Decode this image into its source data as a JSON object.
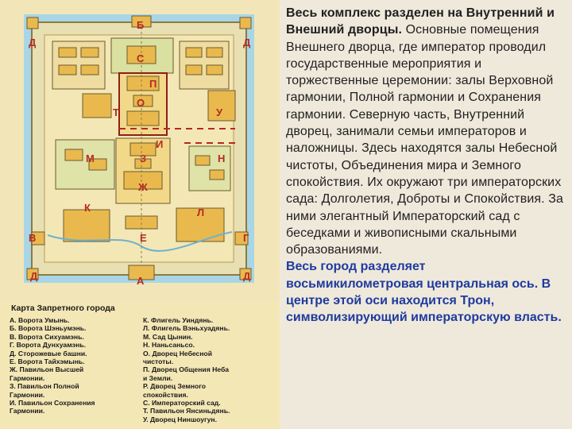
{
  "map": {
    "labels": {
      "a_bottom": "А",
      "b_top": "Б",
      "v_left": "В",
      "g_right": "Г",
      "d_top_left": "Д",
      "d_top_right": "Д",
      "d_bottom_left": "Д",
      "d_bottom_right": "Д",
      "e_south": "Е",
      "zh": "Ж",
      "z": "З",
      "i": "И",
      "k": "К",
      "l": "Л",
      "m": "М",
      "n": "Н",
      "o": "О",
      "p": "П",
      "s": "С",
      "t": "Т",
      "u": "У"
    }
  },
  "legend": {
    "title": "Карта Запретного города",
    "left": [
      "А. Ворота Умынь.",
      "Б. Ворота Шэньумэнь.",
      "В. Ворота Сихуамэнь.",
      "Г. Ворота Дунхуамэнь.",
      "Д. Сторожевые башни.",
      "Е. Ворота Тайхэмынь.",
      "Ж. Павильон Высшей\n     Гармонии.",
      "З. Павильон Полной\n     Гармонии.",
      "И. Павильон Сохранения\n     Гармонии."
    ],
    "right": [
      "К. Флигель Уиндянь.",
      "Л. Флигель Вэньхуадянь.",
      "М. Сад Цынин.",
      "Н. Наньсаньсо.",
      "О. Дворец Небесной\n     чистоты.",
      "П. Дворец Общения Неба\n     и Земли.",
      "Р. Дворец Земного\n     спокойствия.",
      "С. Императорский сад.",
      "Т. Павильон Янсиньдянь.",
      "У. Дворец Ниншоугун."
    ]
  },
  "text": {
    "intro": "Весь комплекс разделен на Внутренний и Внешний дворцы.",
    "body": "Основные помещения Внешнего дворца, где император проводил государственные мероприятия и торжественные церемонии: залы Верховной гармонии, Полной гармонии и Сохранения гармонии. Северную часть, Внутренний дворец, занимали семьи императоров и наложницы. Здесь находятся залы Небесной чистоты, Объединения мира и Земного спокойствия. Их окружают три императорских сада: Долголетия, Доброты и Спокойствия. За ними элегантный Императорский сад с беседками и живописными скальными образованиями.",
    "accent": "Весь город разделяет восьмикилометровая центральная ось. В центре этой оси находится Трон, символизирующий императорскую власть."
  },
  "colors": {
    "moat": "#a9d6e6",
    "outer_wall": "#e8dfb2",
    "grounds": "#f4e7b6",
    "roofs": "#e9b94e",
    "building_outline": "#6b5a2e",
    "label_red": "#b42a22",
    "label_blue": "#3a3a6e",
    "body_text": "#1f1f1f",
    "accent_text": "#1f3b9e"
  }
}
